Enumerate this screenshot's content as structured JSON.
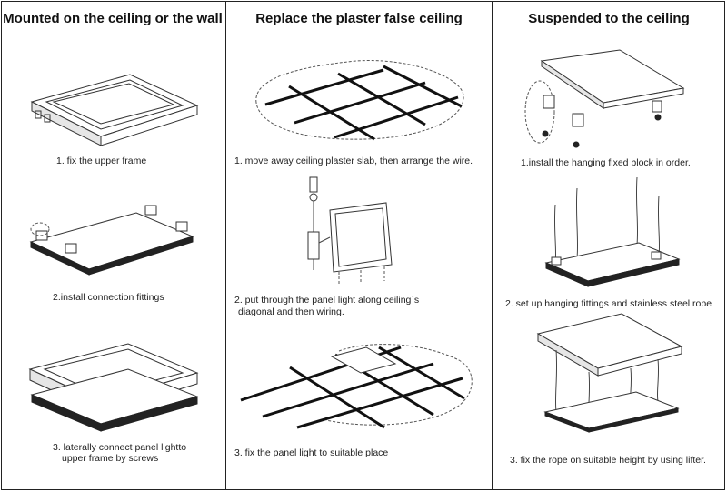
{
  "columns": [
    {
      "title": "Mounted on the ceiling or the wall",
      "steps": [
        "1. fix the upper frame",
        "2.install connection fittings",
        "3. laterally connect panel lightto",
        "upper frame by screws"
      ]
    },
    {
      "title": "Replace the plaster false ceiling",
      "steps": [
        "1.  move away ceiling plaster slab, then arrange the wire.",
        "2.  put through the panel light along ceiling`s",
        "diagonal and then wiring.",
        "3.     fix the panel light to suitable place"
      ]
    },
    {
      "title": "Suspended to the ceiling",
      "steps": [
        "1.install the hanging fixed block in order.",
        "2. set up hanging fittings and stainless steel rope",
        "3. fix the rope on suitable height by using lifter."
      ]
    }
  ]
}
